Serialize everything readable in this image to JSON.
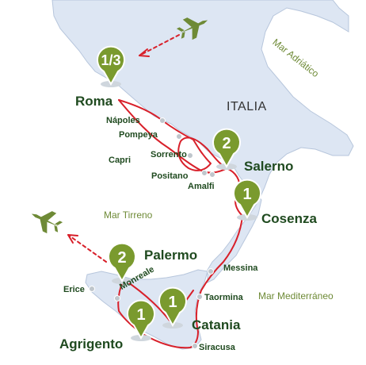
{
  "colors": {
    "sea": "#ffffff",
    "land": "#dde6f3",
    "land_stroke": "#b7c6dc",
    "route": "#d8202a",
    "pin": "#7a9a2e",
    "text": "#1f4a1f",
    "sea_text": "#6e8a36"
  },
  "labels": {
    "country": "ITALIA",
    "sea_adriatic": "Mar Adriático",
    "sea_tyrrhenian": "Mar Tirreno",
    "sea_mediterranean": "Mar Mediterráneo"
  },
  "stops": {
    "roma": {
      "name": "Roma",
      "nights": "1/3"
    },
    "salerno": {
      "name": "Salerno",
      "nights": "2"
    },
    "cosenza": {
      "name": "Cosenza",
      "nights": "1"
    },
    "palermo": {
      "name": "Palermo",
      "nights": "2"
    },
    "agrigento": {
      "name": "Agrigento",
      "nights": "1"
    },
    "catania": {
      "name": "Catania",
      "nights": "1"
    }
  },
  "waypoints": {
    "napoles": "Nápoles",
    "pompeya": "Pompeya",
    "sorrento": "Sorrento",
    "capri": "Capri",
    "positano": "Positano",
    "amalfi": "Amalfi",
    "messina": "Messina",
    "taormina": "Taormina",
    "erice": "Erice",
    "monreale": "Monreale",
    "siracusa": "Siracusa"
  },
  "icons": {
    "arrival": "airplane-icon",
    "departure": "airplane-icon",
    "stop_marker": "map-pin-icon"
  }
}
